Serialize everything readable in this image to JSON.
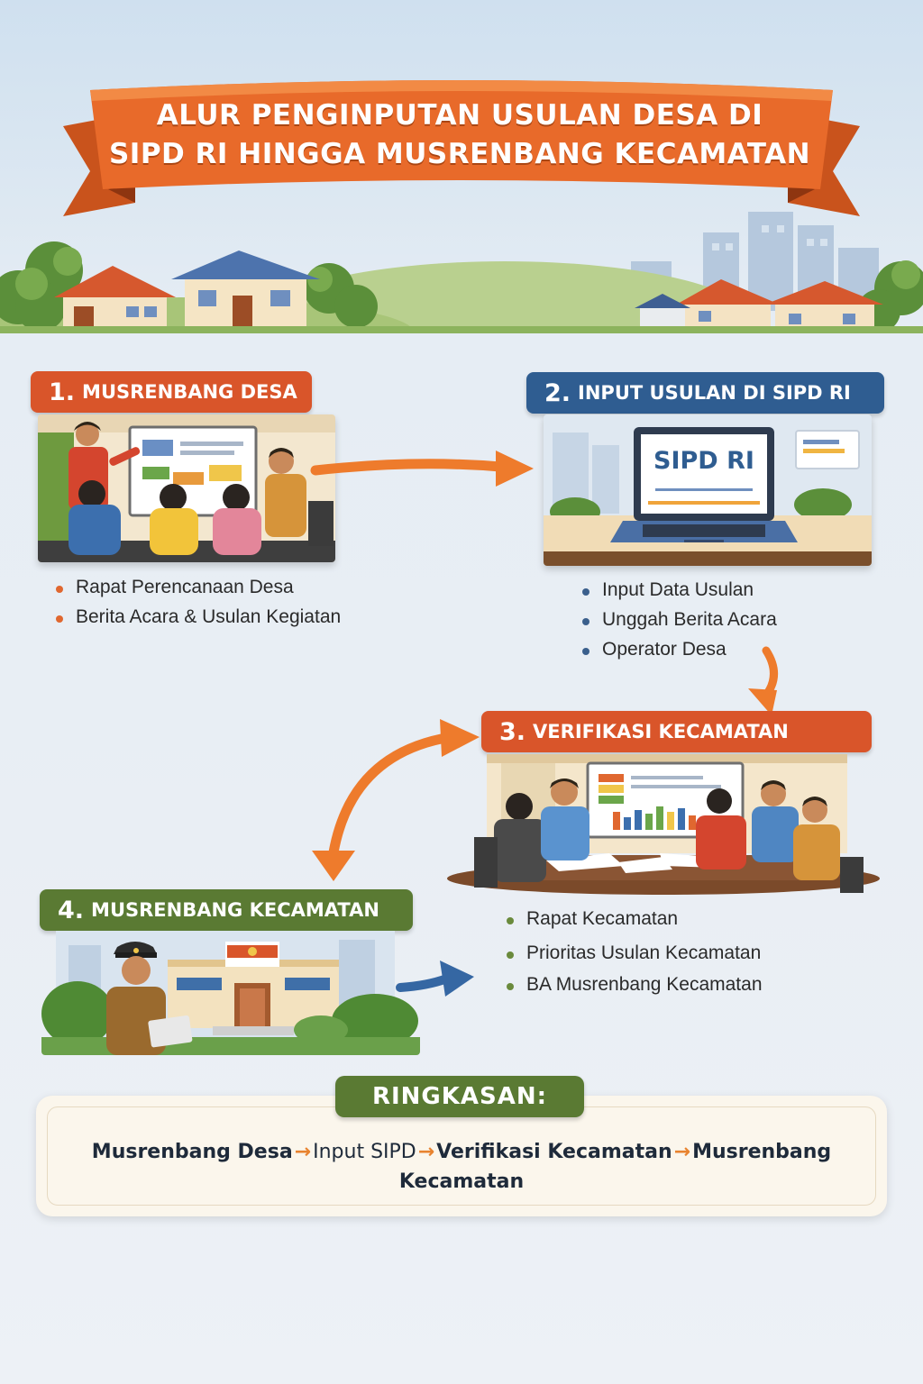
{
  "header": {
    "title_line1": "ALUR PENGINPUTAN USULAN DESA DI",
    "title_line2": "SIPD RI HINGGA MUSRENBANG KECAMATAN"
  },
  "steps": [
    {
      "number": "1.",
      "title": "MUSRENBANG DESA",
      "bullets": [
        "Rapat Perencanaan Desa",
        "Berita Acara & Usulan Kegiatan"
      ]
    },
    {
      "number": "2.",
      "title": "INPUT USULAN DI SIPD RI",
      "screen_label": "SIPD RI",
      "bullets": [
        "Input Data Usulan",
        "Unggah Berita Acara",
        "Operator Desa"
      ]
    },
    {
      "number": "3.",
      "title": "VERIFIKASI KECAMATAN",
      "bullets": [
        "Rapat Kecamatan",
        "Prioritas Usulan Kecamatan",
        "BA Musrenbang Kecamatan"
      ]
    },
    {
      "number": "4.",
      "title": "MUSRENBANG KECAMATAN",
      "bullets": []
    }
  ],
  "summary": {
    "label": "RINGKASAN:",
    "flow": [
      "Musrenbang Desa",
      "Input SIPD",
      "Verifikasi Kecamatan",
      "Musrenbang Kecamatan"
    ]
  },
  "colors": {
    "orange": "#d9552a",
    "blue": "#2f5d91",
    "green": "#5a7a33",
    "arrow_orange": "#ee7b2c",
    "arrow_blue": "#3567a3"
  }
}
